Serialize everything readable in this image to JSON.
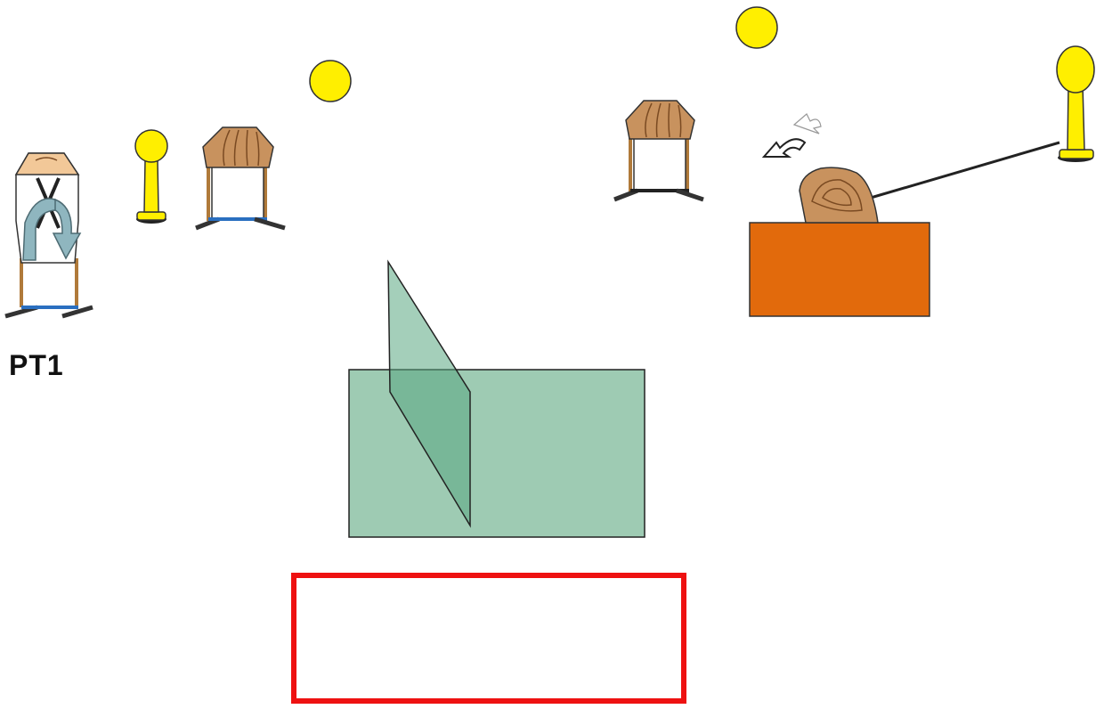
{
  "stage": {
    "start_label": "PT1"
  },
  "colors": {
    "background": "#ffffff",
    "popper_yellow": "#ffef00",
    "popper_outline": "#333333",
    "target_brown": "#c8925e",
    "target_stripes": "#7a4a22",
    "stand_leg": "#b07a3a",
    "stand_base": "#2a6fc0",
    "table_orange": "#e26a0c",
    "vision_barrier_green": "#5aa882",
    "fault_box_red": "#ee1111",
    "arrow_blue": "#8fb6bf",
    "no_shoot_tan": "#f2c898"
  },
  "elements": {
    "start_target": "no-shoot-target-with-turn-arrow",
    "poppers": [
      "popper-left",
      "popper-right"
    ],
    "metal_plates": [
      "steel-plate-center",
      "steel-plate-right"
    ],
    "paper_targets": [
      "paper-target-left",
      "paper-target-right"
    ],
    "swinging_target": "swinging-target-on-table",
    "vision_barrier": "green-wall-with-port",
    "shooting_box": "red-fault-line-box"
  }
}
